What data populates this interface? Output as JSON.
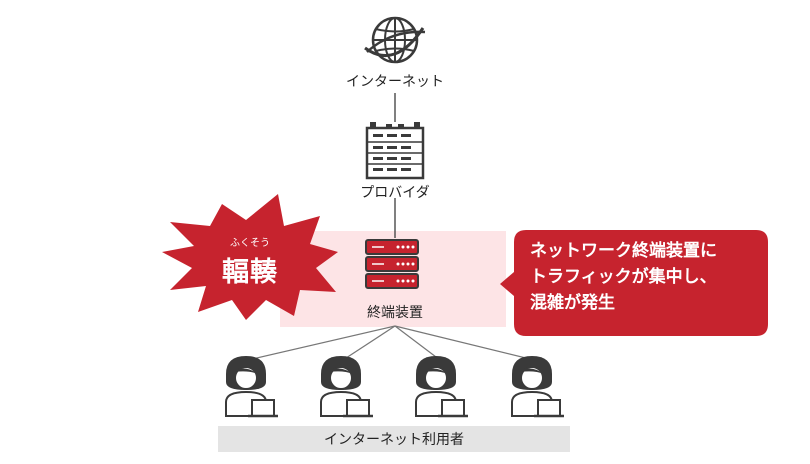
{
  "nodes": {
    "internet_label": "インターネット",
    "provider_label": "プロバイダ",
    "terminal_label": "終端装置",
    "users_label": "インターネット利用者"
  },
  "burst": {
    "ruby": "ふくそう",
    "word": "輻輳"
  },
  "callout": {
    "lines": [
      "ネットワーク終端装置に",
      "トラフィックが集中し、",
      "混雑が発生"
    ]
  },
  "colors": {
    "accent_red": "#c6232e",
    "highlight_pink": "#fde4e6",
    "icon_gray": "#3a3a3a",
    "users_bar": "#e4e4e4"
  },
  "icons": [
    "globe-icon",
    "provider-building-icon",
    "terminal-device-icon",
    "user-laptop-icon"
  ]
}
